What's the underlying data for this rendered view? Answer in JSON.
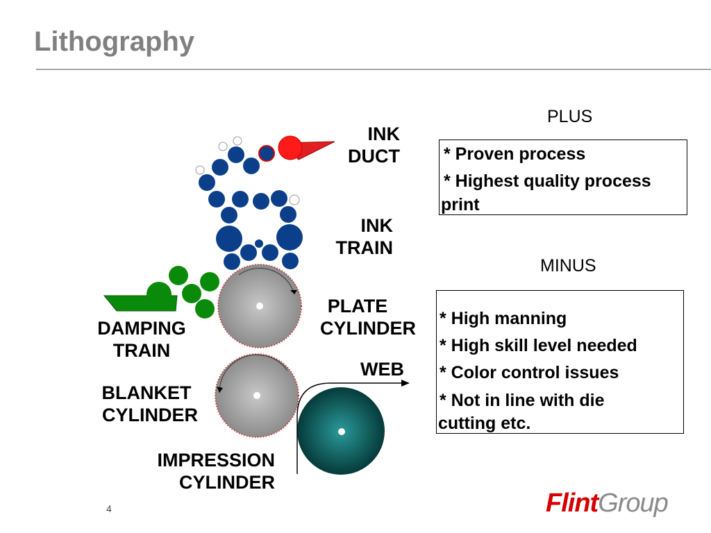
{
  "slide": {
    "title": "Lithography",
    "page_number": "4"
  },
  "diagram": {
    "labels": {
      "ink_duct": [
        "INK",
        "DUCT"
      ],
      "ink_train": [
        "INK",
        "TRAIN"
      ],
      "plate_cylinder": [
        "PLATE",
        "CYLINDER"
      ],
      "damping_train": [
        "DAMPING",
        "TRAIN"
      ],
      "web": "WEB",
      "blanket_cylinder": [
        "BLANKET",
        "CYLINDER"
      ],
      "impression_cylinder": [
        "IMPRESSION",
        "CYLINDER"
      ]
    },
    "colors": {
      "ink_roller": "#0b3f8a",
      "fountain_roller": "#ff1a1a",
      "damping": "#0a8a0a",
      "cylinder": "#9a9a9a",
      "impression": "#0e6b6b",
      "dots": "#e00000"
    }
  },
  "plus": {
    "heading": "PLUS",
    "items": [
      "* Proven process",
      " * Highest quality process",
      "print"
    ]
  },
  "minus": {
    "heading": "MINUS",
    "items": [
      "* High manning",
      " * High skill level needed",
      " * Color control issues",
      " * Not in line with die",
      "cutting etc."
    ]
  },
  "logo": {
    "text_a": "Flint",
    "text_b": "Group"
  }
}
